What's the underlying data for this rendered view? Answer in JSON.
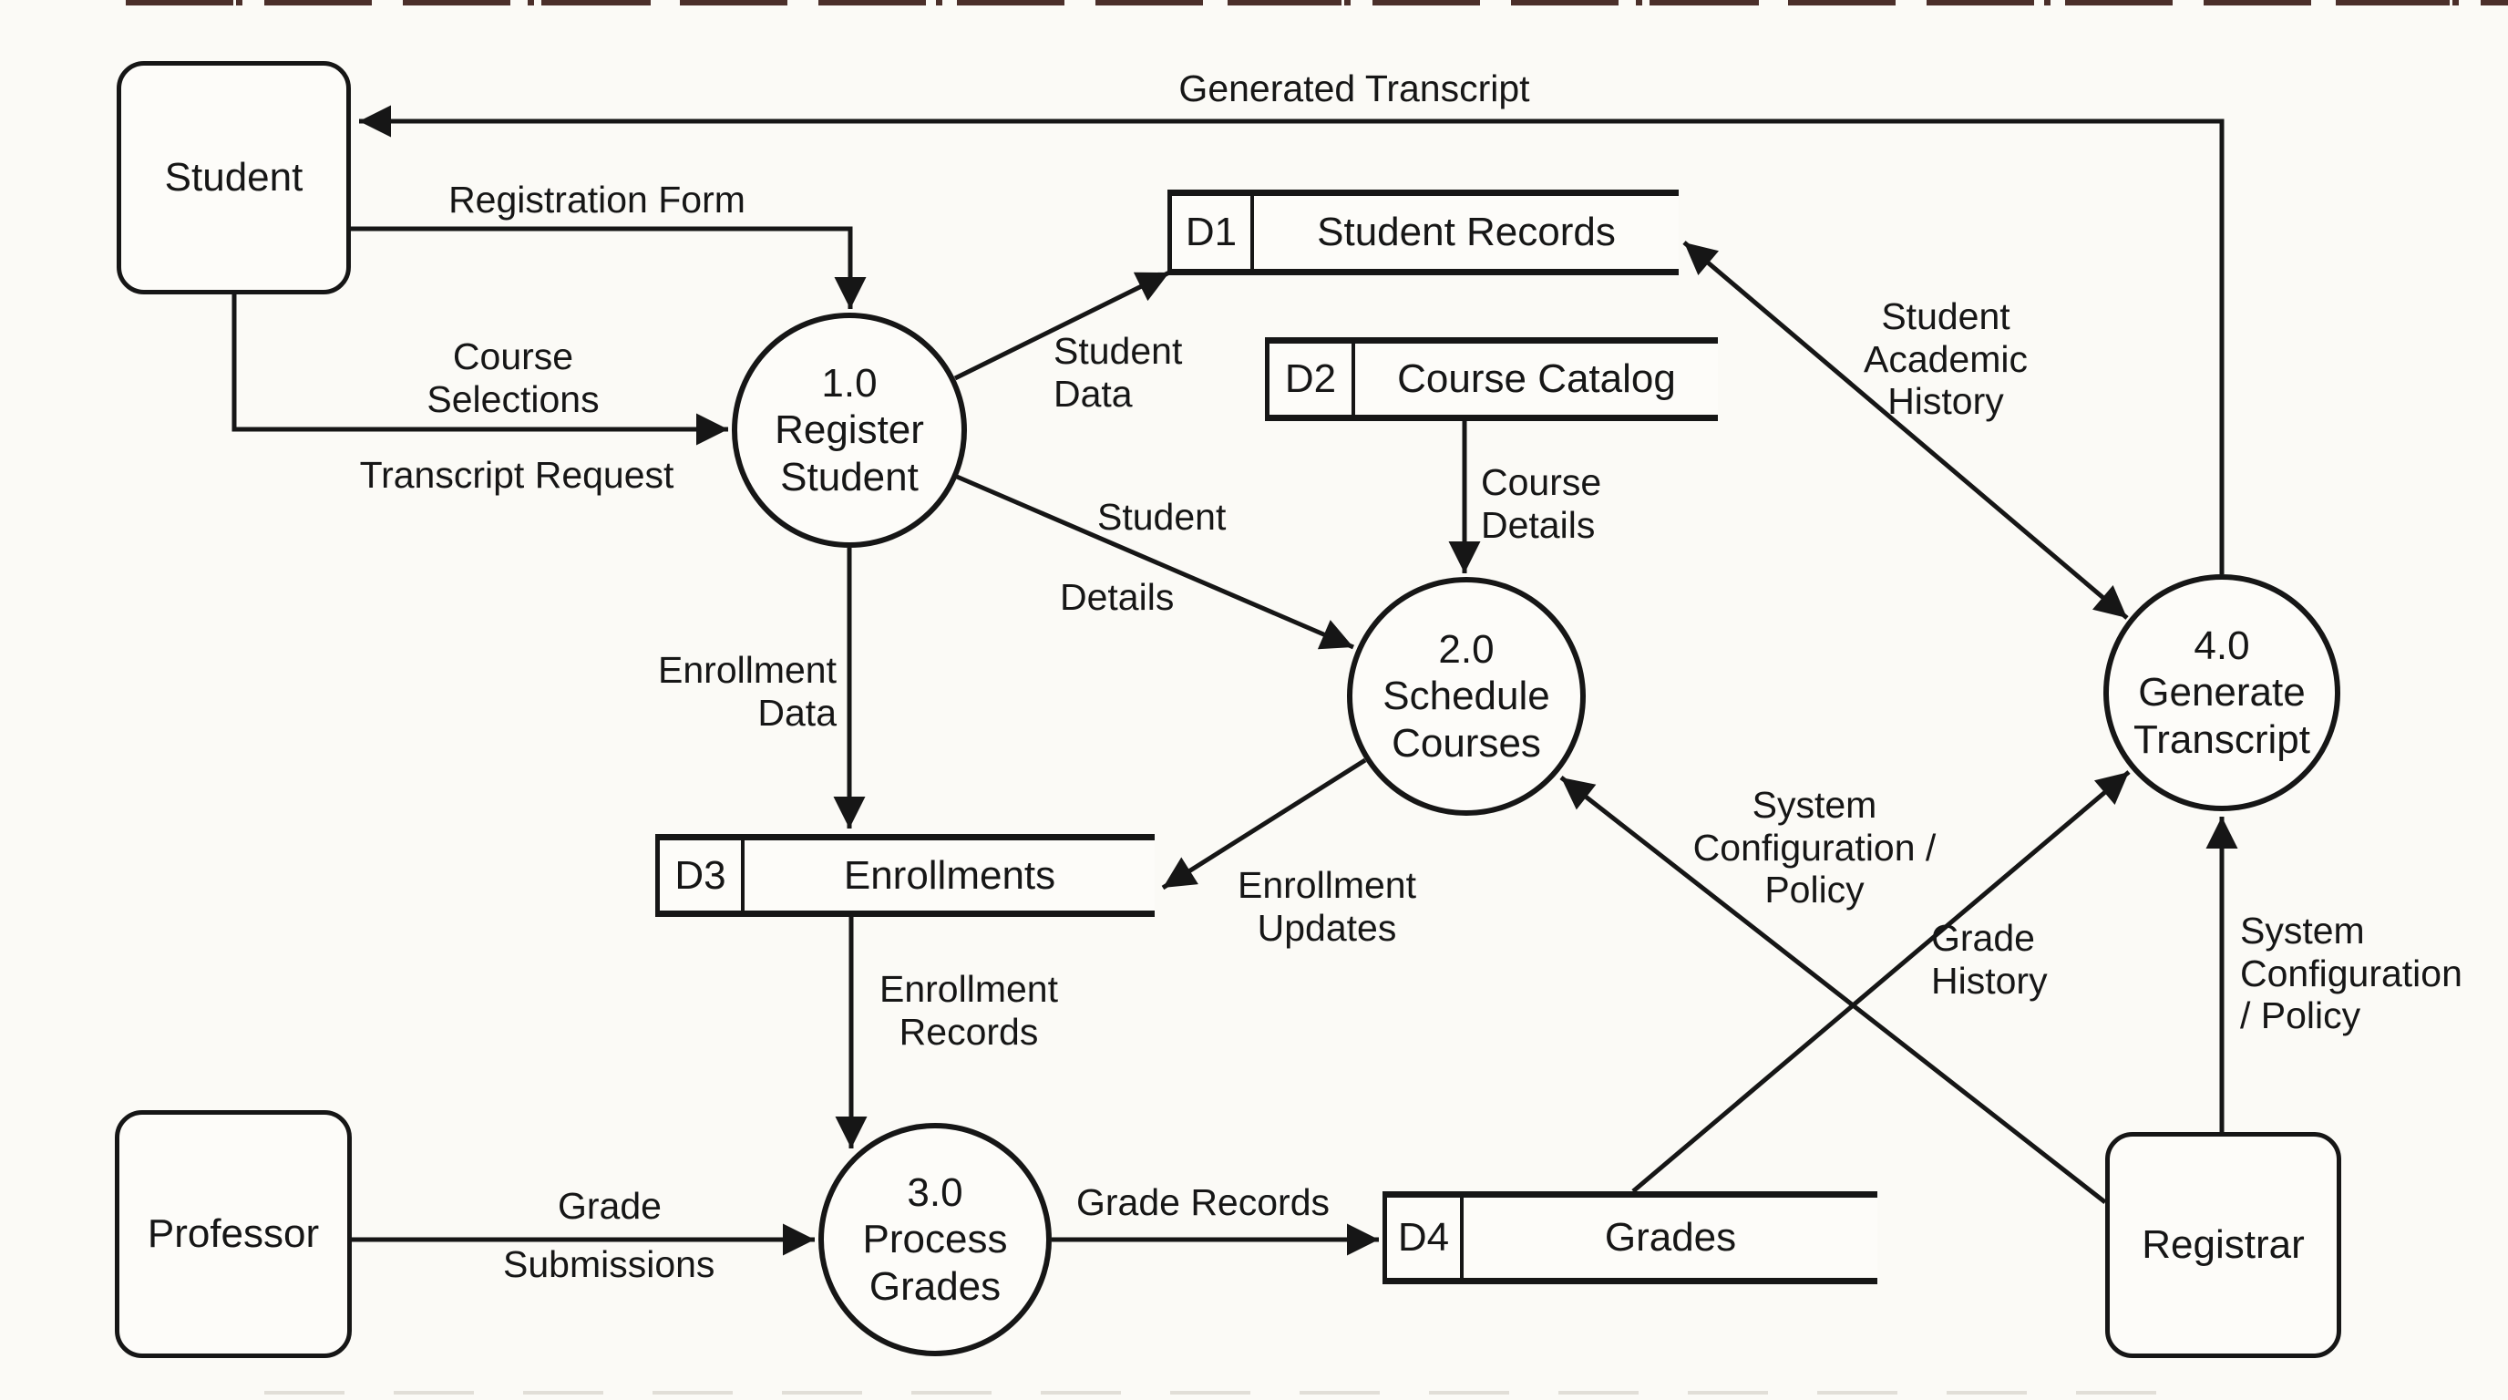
{
  "colors": {
    "ink": "#161616",
    "background": "#fbfaf6",
    "artifact_dark": "#33140e",
    "artifact_light": "#d8d4cd"
  },
  "entities": {
    "student": {
      "label": "Student"
    },
    "professor": {
      "label": "Professor"
    },
    "registrar": {
      "label": "Registrar"
    }
  },
  "processes": {
    "p1": {
      "number": "1.0",
      "lines": [
        "Register",
        "Student"
      ]
    },
    "p2": {
      "number": "2.0",
      "lines": [
        "Schedule",
        "Courses"
      ]
    },
    "p3": {
      "number": "3.0",
      "lines": [
        "Process",
        "Grades"
      ]
    },
    "p4": {
      "number": "4.0",
      "lines": [
        "Generate",
        "Transcript"
      ]
    }
  },
  "stores": {
    "d1": {
      "id": "D1",
      "name": "Student Records"
    },
    "d2": {
      "id": "D2",
      "name": "Course Catalog"
    },
    "d3": {
      "id": "D3",
      "name": "Enrollments"
    },
    "d4": {
      "id": "D4",
      "name": "Grades"
    }
  },
  "flows": {
    "generated_transcript": {
      "lines": [
        "Generated Transcript"
      ]
    },
    "registration_form": {
      "lines": [
        "Registration Form"
      ]
    },
    "course_selections": {
      "lines": [
        "Course",
        "Selections"
      ]
    },
    "transcript_request": {
      "lines": [
        "Transcript Request"
      ]
    },
    "student_data": {
      "lines": [
        "Student",
        "Data"
      ]
    },
    "student_details": {
      "lines": [
        "Student",
        "Details"
      ]
    },
    "course_details": {
      "lines": [
        "Course",
        "Details"
      ]
    },
    "enrollment_data": {
      "lines": [
        "Enrollment",
        "Data"
      ]
    },
    "enrollment_updates": {
      "lines": [
        "Enrollment",
        "Updates"
      ]
    },
    "enrollment_records": {
      "lines": [
        "Enrollment",
        "Records"
      ]
    },
    "grade_submissions": {
      "lines": [
        "Grade",
        "Submissions"
      ]
    },
    "grade_records": {
      "lines": [
        "Grade Records"
      ]
    },
    "grade_history": {
      "lines": [
        "Grade",
        "History"
      ]
    },
    "system_configuration_to_schedule": {
      "lines": [
        "System",
        "Configuration /",
        "Policy"
      ]
    },
    "system_configuration_to_transcript": {
      "lines": [
        "System",
        "Configuration",
        "/ Policy"
      ]
    },
    "student_academic_history": {
      "lines": [
        "Student",
        "Academic",
        "History"
      ]
    }
  }
}
